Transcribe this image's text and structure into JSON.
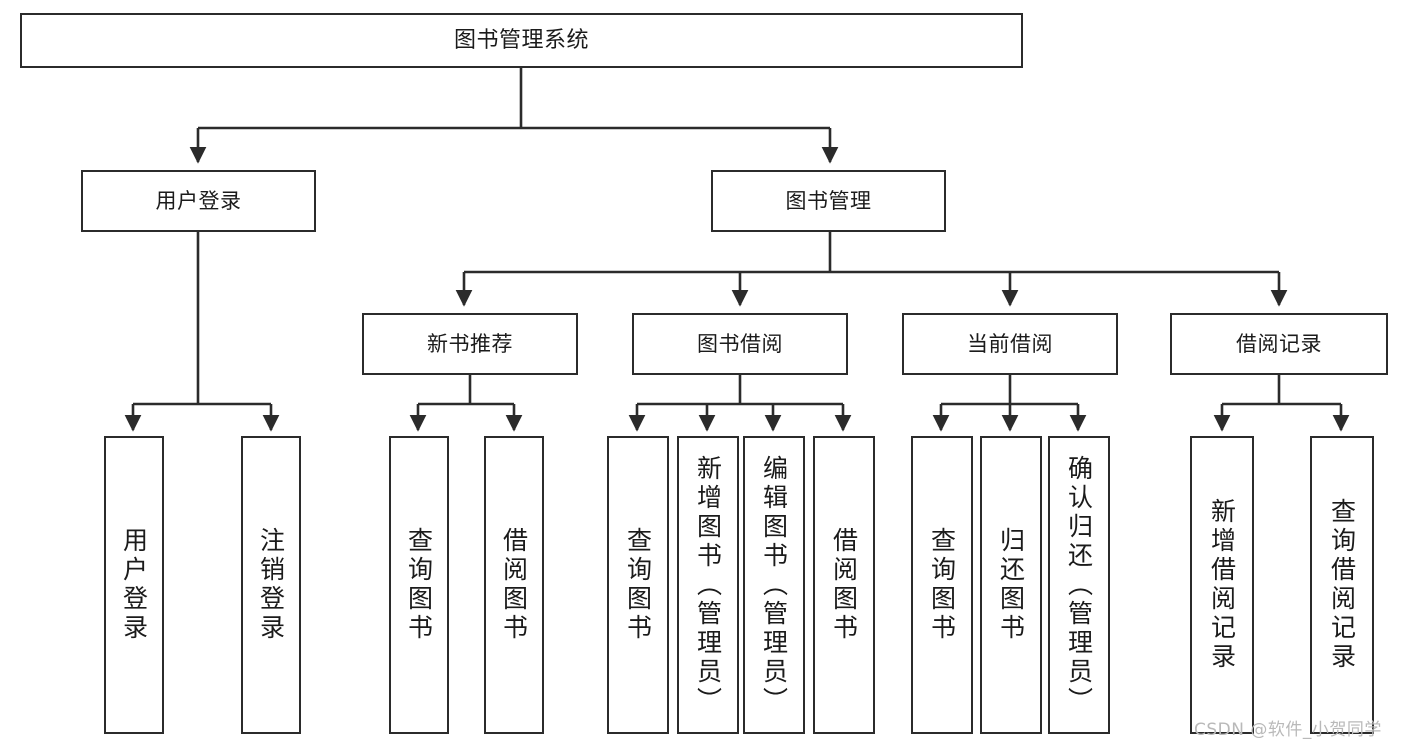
{
  "diagram": {
    "title": "图书管理系统",
    "type": "hierarchy-tree",
    "root": {
      "label": "图书管理系统"
    },
    "level1": [
      {
        "label": "用户登录"
      },
      {
        "label": "图书管理"
      }
    ],
    "level2": [
      {
        "label": "新书推荐"
      },
      {
        "label": "图书借阅"
      },
      {
        "label": "当前借阅"
      },
      {
        "label": "借阅记录"
      }
    ],
    "leaves": {
      "user_login": [
        {
          "label": "用户登录"
        },
        {
          "label": "注销登录"
        }
      ],
      "new_book_recommend": [
        {
          "label": "查询图书"
        },
        {
          "label": "借阅图书"
        }
      ],
      "book_borrow": [
        {
          "label": "查询图书"
        },
        {
          "label": "新增图书（管理员）"
        },
        {
          "label": "编辑图书（管理员）"
        },
        {
          "label": "借阅图书"
        }
      ],
      "current_borrow": [
        {
          "label": "查询图书"
        },
        {
          "label": "归还图书"
        },
        {
          "label": "确认归还（管理员）"
        }
      ],
      "borrow_record": [
        {
          "label": "新增借阅记录"
        },
        {
          "label": "查询借阅记录"
        }
      ]
    }
  },
  "watermark": {
    "text": "CSDN @软件_小贺同学"
  },
  "colors": {
    "stroke": "#2b2b2b",
    "box_fill": "#ffffff",
    "text": "#1b1b1b",
    "watermark": "#b9b9b9"
  }
}
